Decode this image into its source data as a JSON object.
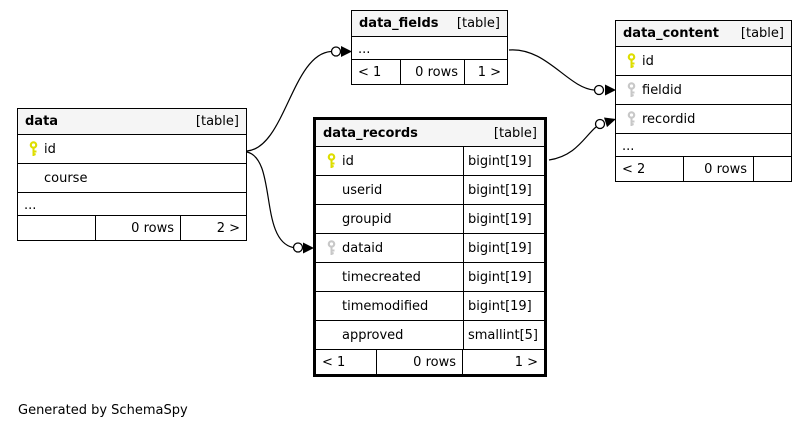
{
  "diagram": {
    "generated_by": "Generated by SchemaSpy",
    "colors": {
      "primary_key": "#dede00",
      "foreign_key": "#c8c8c8",
      "header_bg": "#f5f5f5",
      "edge": "#000000"
    },
    "tables": [
      {
        "name": "data",
        "badge": "[table]",
        "columns": [
          {
            "name": "id",
            "key": "pk"
          },
          {
            "name": "course"
          }
        ],
        "ellipsis": "...",
        "footer": {
          "left": "",
          "center": "0 rows",
          "right": "2 >"
        }
      },
      {
        "name": "data_fields",
        "badge": "[table]",
        "columns": [],
        "ellipsis": "...",
        "footer": {
          "left": "< 1",
          "center": "0 rows",
          "right": "1 >"
        }
      },
      {
        "name": "data_records",
        "badge": "[table]",
        "columns": [
          {
            "name": "id",
            "type": "bigint[19]",
            "key": "pk"
          },
          {
            "name": "userid",
            "type": "bigint[19]"
          },
          {
            "name": "groupid",
            "type": "bigint[19]"
          },
          {
            "name": "dataid",
            "type": "bigint[19]",
            "key": "fk"
          },
          {
            "name": "timecreated",
            "type": "bigint[19]"
          },
          {
            "name": "timemodified",
            "type": "bigint[19]"
          },
          {
            "name": "approved",
            "type": "smallint[5]"
          }
        ],
        "ellipsis": "",
        "footer": {
          "left": "< 1",
          "center": "0 rows",
          "right": "1 >"
        }
      },
      {
        "name": "data_content",
        "badge": "[table]",
        "columns": [
          {
            "name": "id",
            "key": "pk"
          },
          {
            "name": "fieldid",
            "key": "fk"
          },
          {
            "name": "recordid",
            "key": "fk"
          }
        ],
        "ellipsis": "...",
        "footer": {
          "left": "< 2",
          "center": "0 rows",
          "right": ""
        }
      }
    ],
    "relationships": [
      {
        "from": "data",
        "to": "data_fields"
      },
      {
        "from": "data",
        "to": "data_records"
      },
      {
        "from": "data_fields",
        "to": "data_content"
      },
      {
        "from": "data_records",
        "to": "data_content"
      }
    ]
  }
}
